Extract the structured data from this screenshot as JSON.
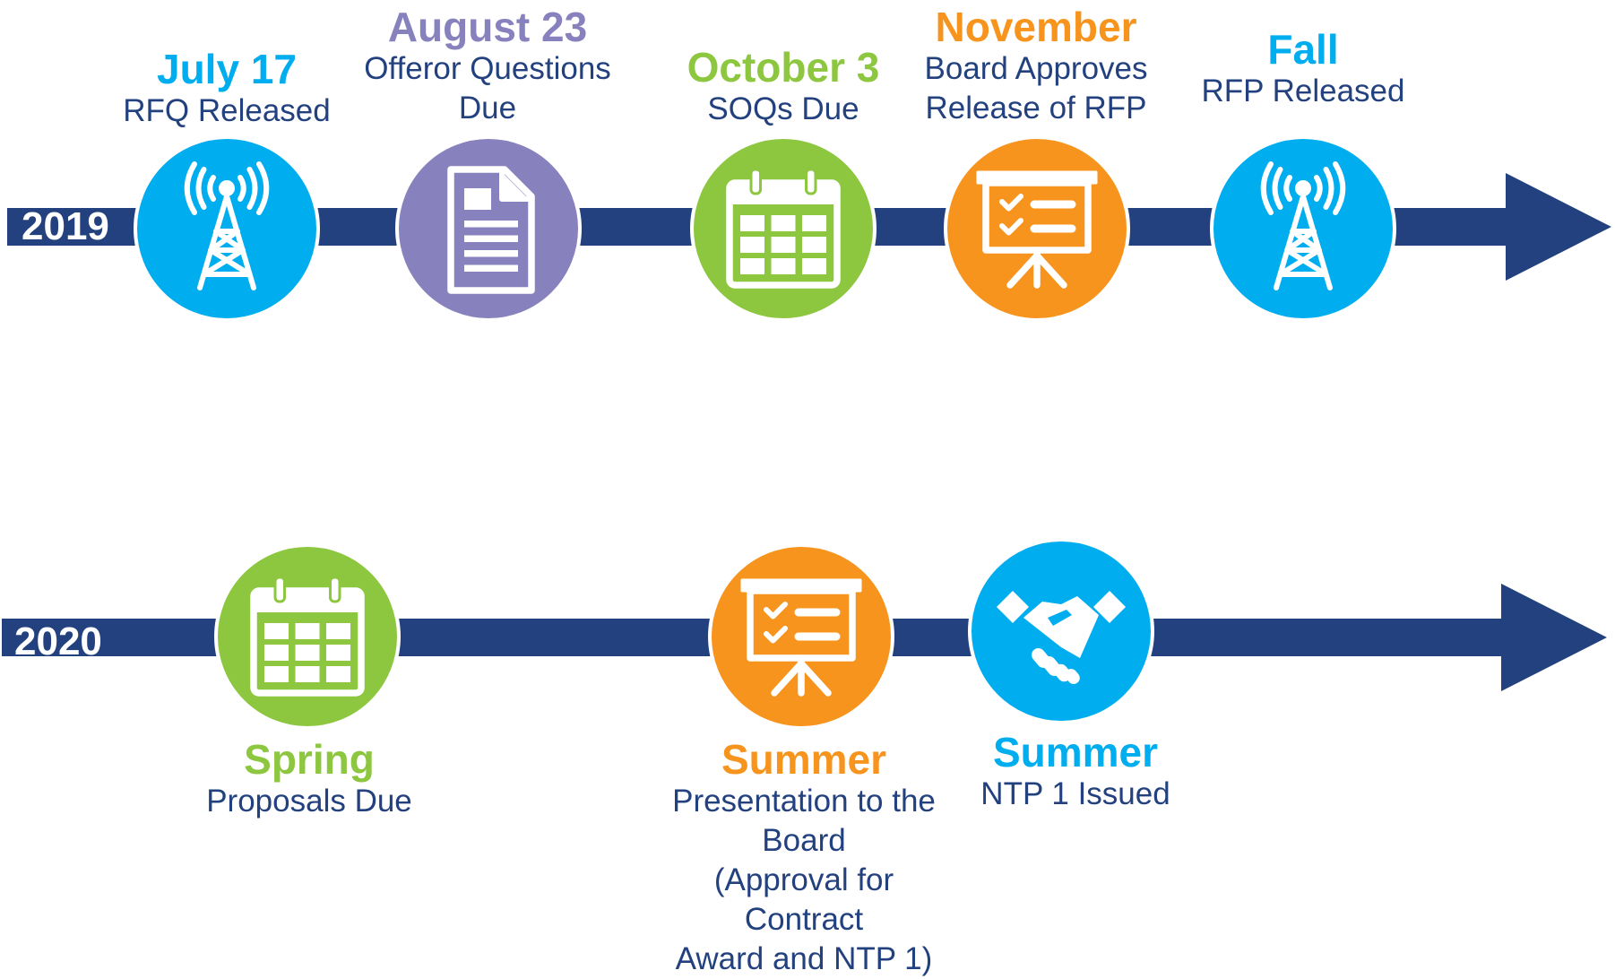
{
  "colors": {
    "navy": "#22417e",
    "blue": "#00adef",
    "purple": "#8781bd",
    "green": "#8dc63f",
    "orange": "#f7941d"
  },
  "timeline_2019": {
    "year": "2019",
    "milestones": [
      {
        "date": "July 17",
        "description": "RFQ Released",
        "icon": "tower-icon",
        "color": "#00adef"
      },
      {
        "date": "August 23",
        "description": "Offeror Questions\nDue",
        "icon": "document-icon",
        "color": "#8781bd"
      },
      {
        "date": "October 3",
        "description": "SOQs Due",
        "icon": "calendar-icon",
        "color": "#8dc63f"
      },
      {
        "date": "November",
        "description": "Board Approves\nRelease of RFP",
        "icon": "presentation-icon",
        "color": "#f7941d"
      },
      {
        "date": "Fall",
        "description": "RFP Released",
        "icon": "tower-icon",
        "color": "#00adef"
      }
    ]
  },
  "timeline_2020": {
    "year": "2020",
    "milestones": [
      {
        "date": "Spring",
        "description": "Proposals Due",
        "icon": "calendar-icon",
        "color": "#8dc63f"
      },
      {
        "date": "Summer",
        "description": "Presentation to the\nBoard\n(Approval for Contract\nAward and NTP 1)",
        "icon": "presentation-icon",
        "color": "#f7941d"
      },
      {
        "date": "Summer",
        "description": "NTP 1 Issued",
        "icon": "handshake-icon",
        "color": "#00adef"
      }
    ]
  }
}
